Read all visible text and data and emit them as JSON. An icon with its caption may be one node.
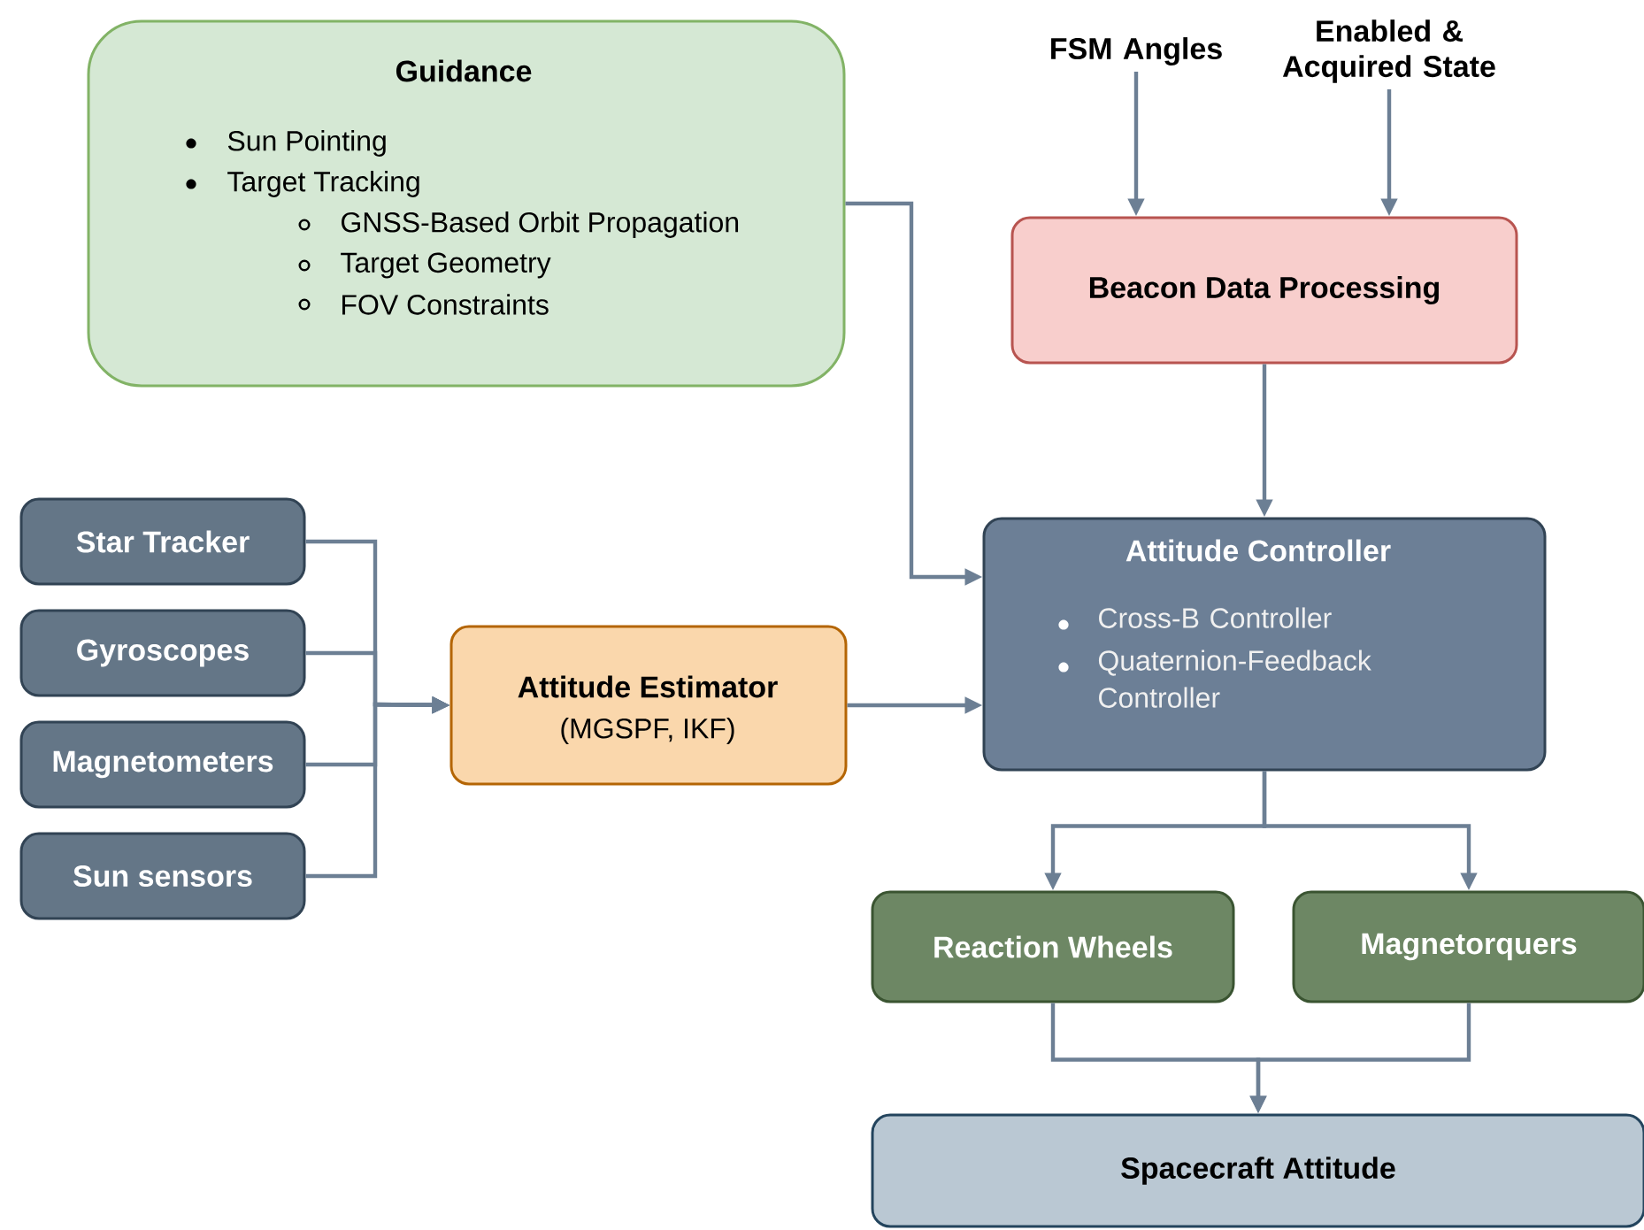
{
  "diagram": {
    "nodes": [
      {
        "text": [
          "Guidance",
          "Sun Pointing",
          "Target Tracking",
          "GNSS-Based Orbit Propagation",
          "Target Geometry",
          "FOV Constraints"
        ]
      },
      {
        "text": [
          "FSM Angles"
        ]
      },
      {
        "text": [
          "Enabled & Acquired State"
        ]
      },
      {
        "text": [
          "Beacon Data Processing"
        ]
      },
      {
        "text": [
          "Star Tracker"
        ]
      },
      {
        "text": [
          "Gyroscopes"
        ]
      },
      {
        "text": [
          "Magnetometers"
        ]
      },
      {
        "text": [
          "Sun sensors"
        ]
      },
      {
        "text": [
          "Attitude Estimator",
          "(MGSPF, IKF)"
        ]
      },
      {
        "text": [
          "Attitude Controller",
          "Cross-B Controller",
          "Quaternion-Feedback Controller"
        ]
      },
      {
        "text": [
          "Reaction Wheels"
        ]
      },
      {
        "text": [
          "Magnetorquers"
        ]
      },
      {
        "text": [
          "Spacecraft Attitude"
        ]
      }
    ],
    "edges": [
      {
        "from": 1,
        "to": 3,
        "arrow": "to"
      },
      {
        "from": 2,
        "to": 3,
        "arrow": "to"
      },
      {
        "from": 0,
        "to": 9,
        "arrow": "to"
      },
      {
        "from": 3,
        "to": 9,
        "arrow": "to"
      },
      {
        "from": 4,
        "to": 8,
        "arrow": "to"
      },
      {
        "from": 5,
        "to": 8,
        "arrow": "to"
      },
      {
        "from": 6,
        "to": 8,
        "arrow": "to"
      },
      {
        "from": 7,
        "to": 8,
        "arrow": "to"
      },
      {
        "from": 8,
        "to": 9,
        "arrow": "to"
      },
      {
        "from": 9,
        "to": 10,
        "arrow": "to"
      },
      {
        "from": 9,
        "to": 11,
        "arrow": "to"
      },
      {
        "from": 10,
        "to": 12,
        "arrow": "to"
      },
      {
        "from": 11,
        "to": 12,
        "arrow": "to"
      }
    ]
  }
}
